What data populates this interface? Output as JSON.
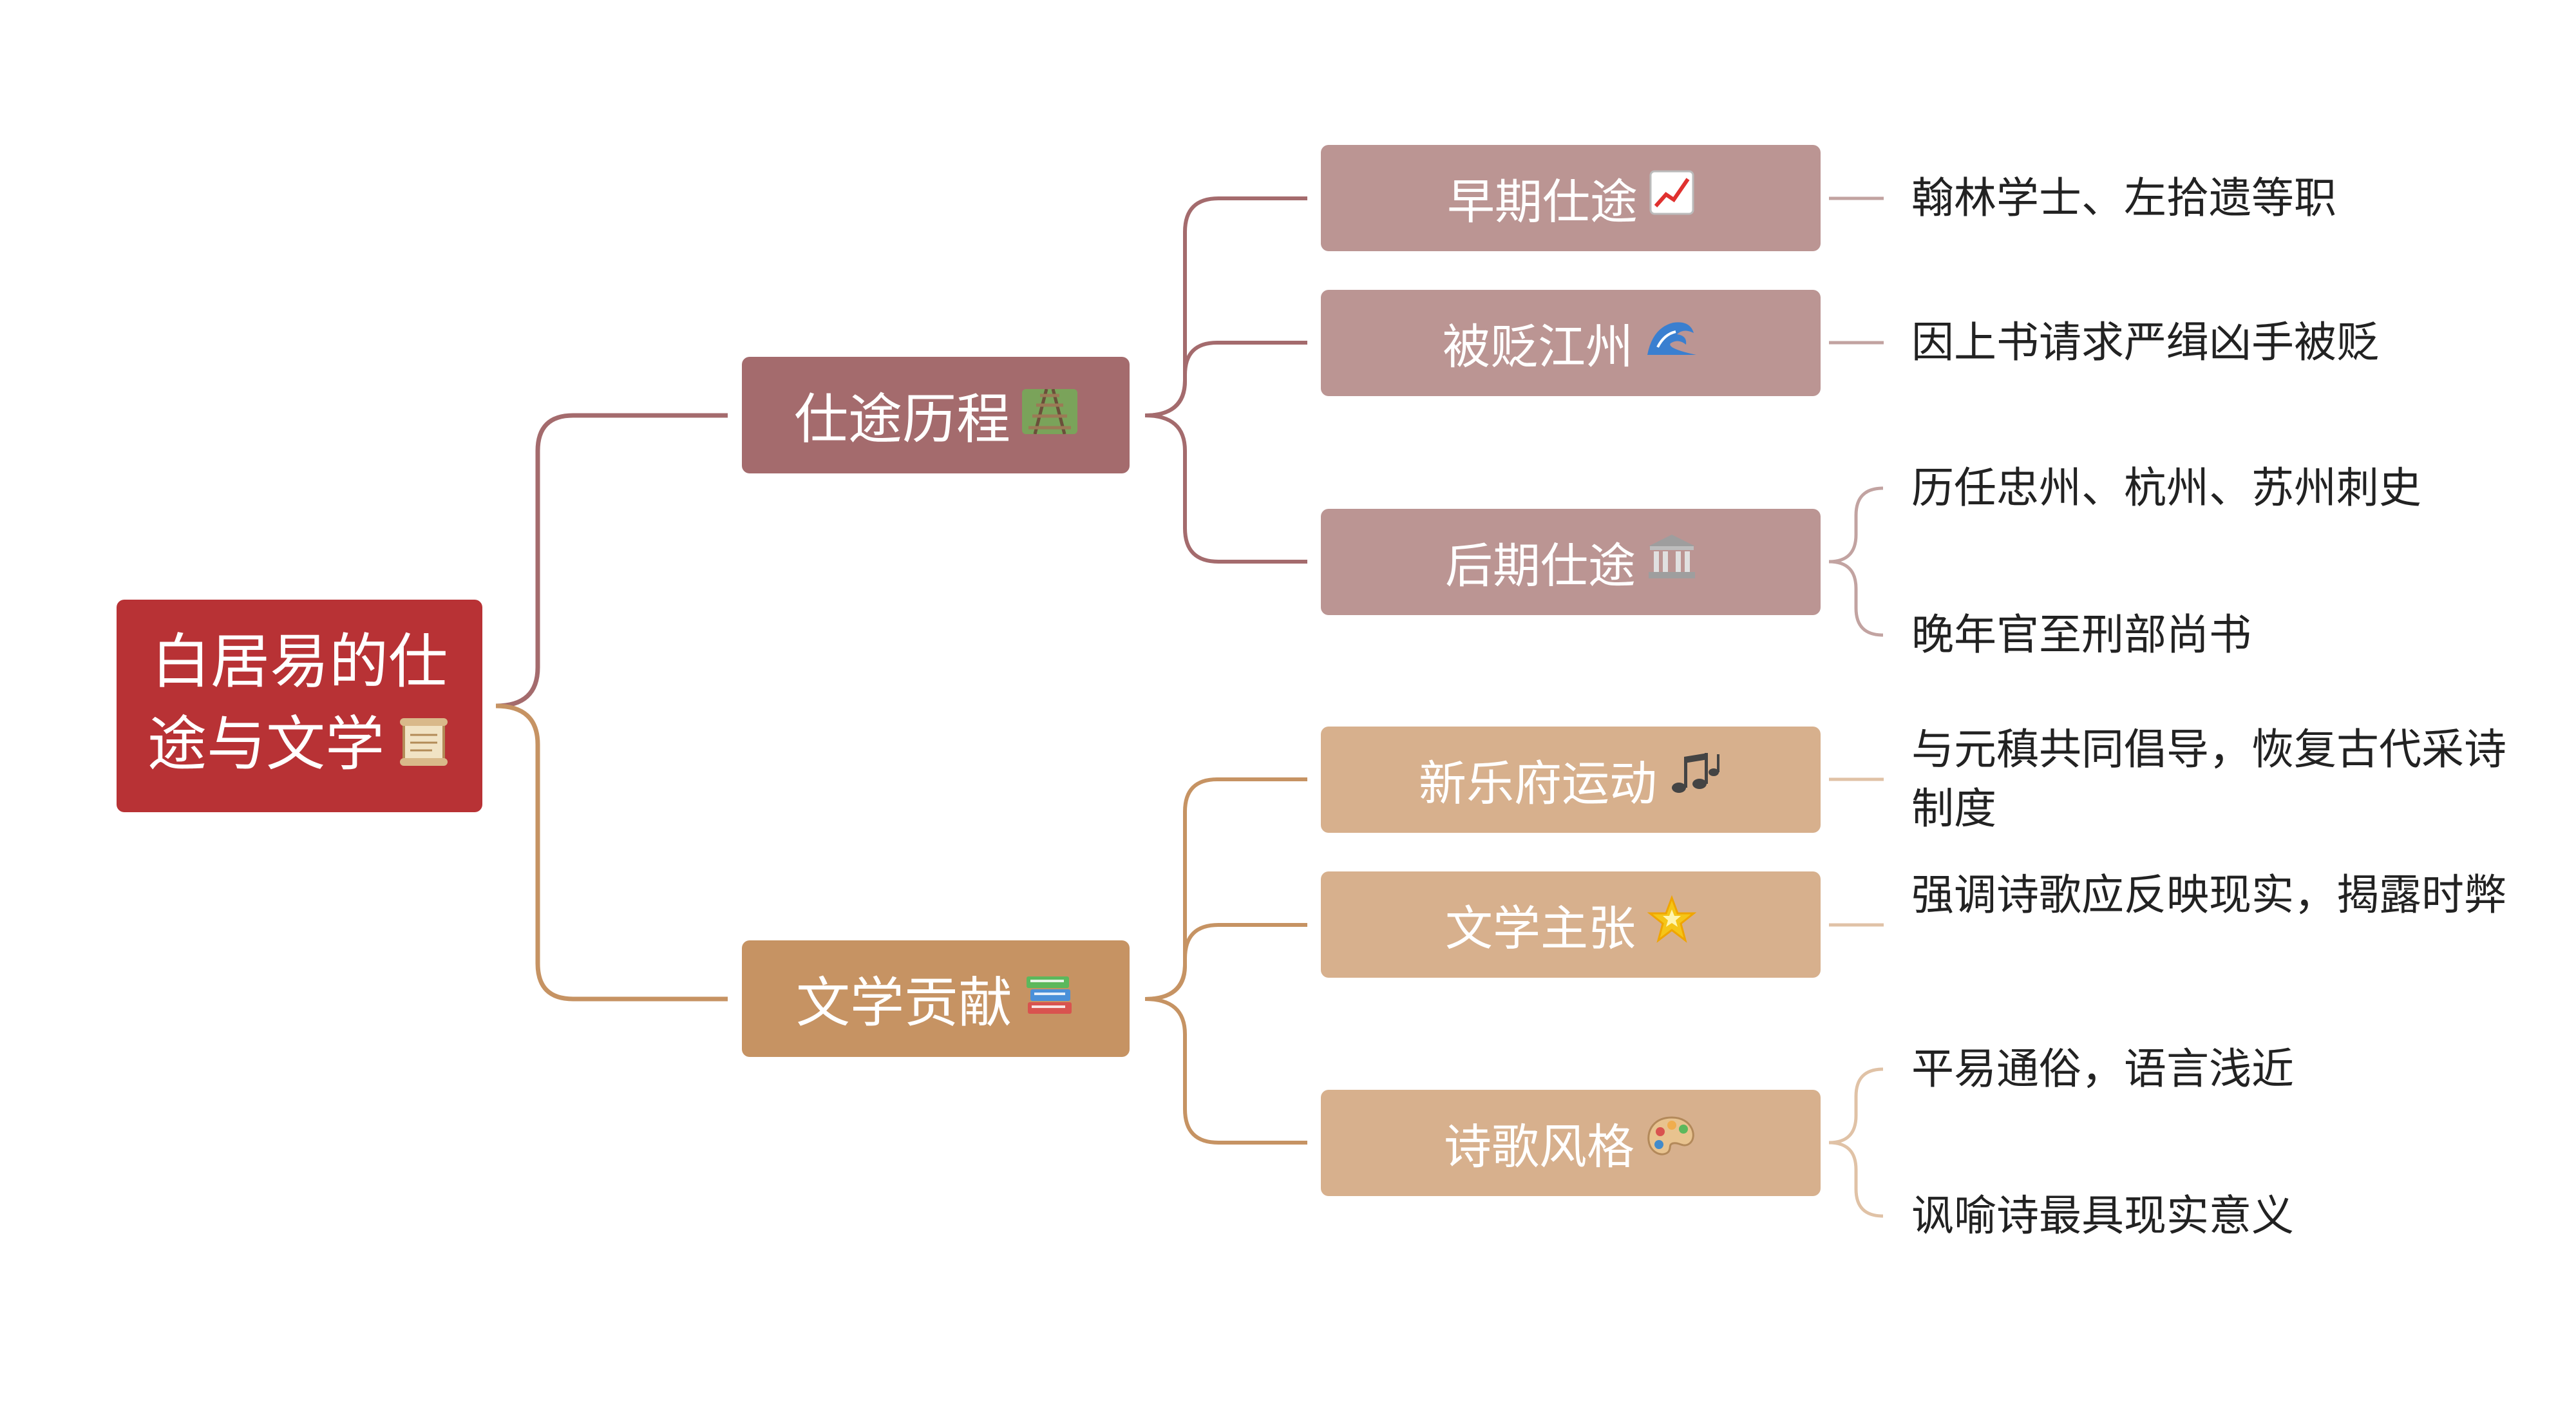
{
  "root": {
    "line1": "白居易的仕",
    "line2": "途与文学",
    "icon": "scroll-icon"
  },
  "branches": [
    {
      "label": "仕途历程",
      "icon": "railway-track-icon",
      "color": "#a46b6d",
      "children": [
        {
          "label": "早期仕途",
          "icon": "chart-increasing-icon",
          "leaves": [
            "翰林学士、左拾遗等职"
          ]
        },
        {
          "label": "被贬江州",
          "icon": "wave-icon",
          "leaves": [
            "因上书请求严缉凶手被贬"
          ]
        },
        {
          "label": "后期仕途",
          "icon": "classical-building-icon",
          "leaves": [
            "历任忠州、杭州、苏州刺史",
            "晚年官至刑部尚书"
          ]
        }
      ]
    },
    {
      "label": "文学贡献",
      "icon": "books-icon",
      "color": "#c69363",
      "children": [
        {
          "label": "新乐府运动",
          "icon": "musical-notes-icon",
          "leaves": [
            "与元稹共同倡导，恢复古代采诗制度"
          ]
        },
        {
          "label": "文学主张",
          "icon": "glowing-star-icon",
          "leaves": [
            "强调诗歌应反映现实，揭露时弊"
          ]
        },
        {
          "label": "诗歌风格",
          "icon": "artist-palette-icon",
          "leaves": [
            "平易通俗，语言浅近",
            "讽喻诗最具现实意义"
          ]
        }
      ]
    }
  ]
}
